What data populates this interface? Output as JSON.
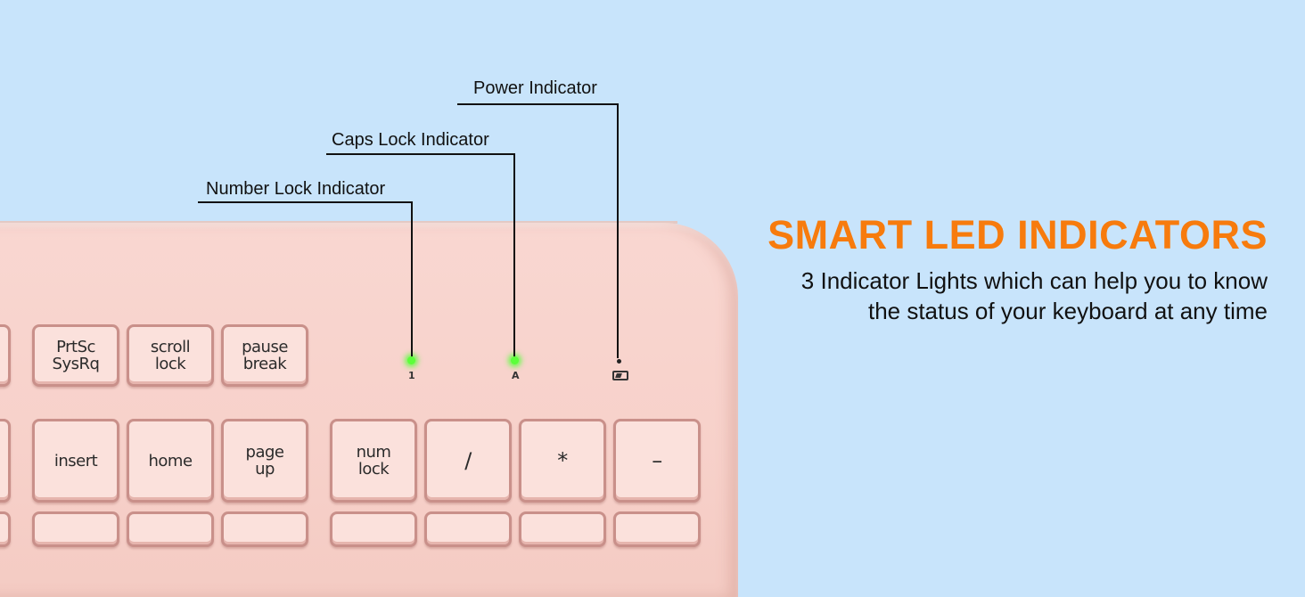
{
  "callouts": {
    "power": "Power Indicator",
    "caps": "Caps Lock Indicator",
    "number": "Number Lock Indicator"
  },
  "indicator_marks": {
    "number": "1",
    "caps": "A"
  },
  "headline": "SMART LED INDICATORS",
  "description": {
    "line1": "3 Indicator Lights which can help you to know",
    "line2": "the status of your keyboard at any time"
  },
  "keys": {
    "prtsc": "PrtSc\nSysRq",
    "scroll": "scroll\nlock",
    "pause": "pause\nbreak",
    "insert": "insert",
    "home": "home",
    "pageup": "page\nup",
    "numlock": "num\nlock",
    "slash": "/",
    "asterisk": "*",
    "minus": "–"
  },
  "colors": {
    "background": "#c8e4fb",
    "keyboard": "#f9d7d1",
    "headline": "#f77b0d",
    "led_green": "#5cff3a"
  }
}
